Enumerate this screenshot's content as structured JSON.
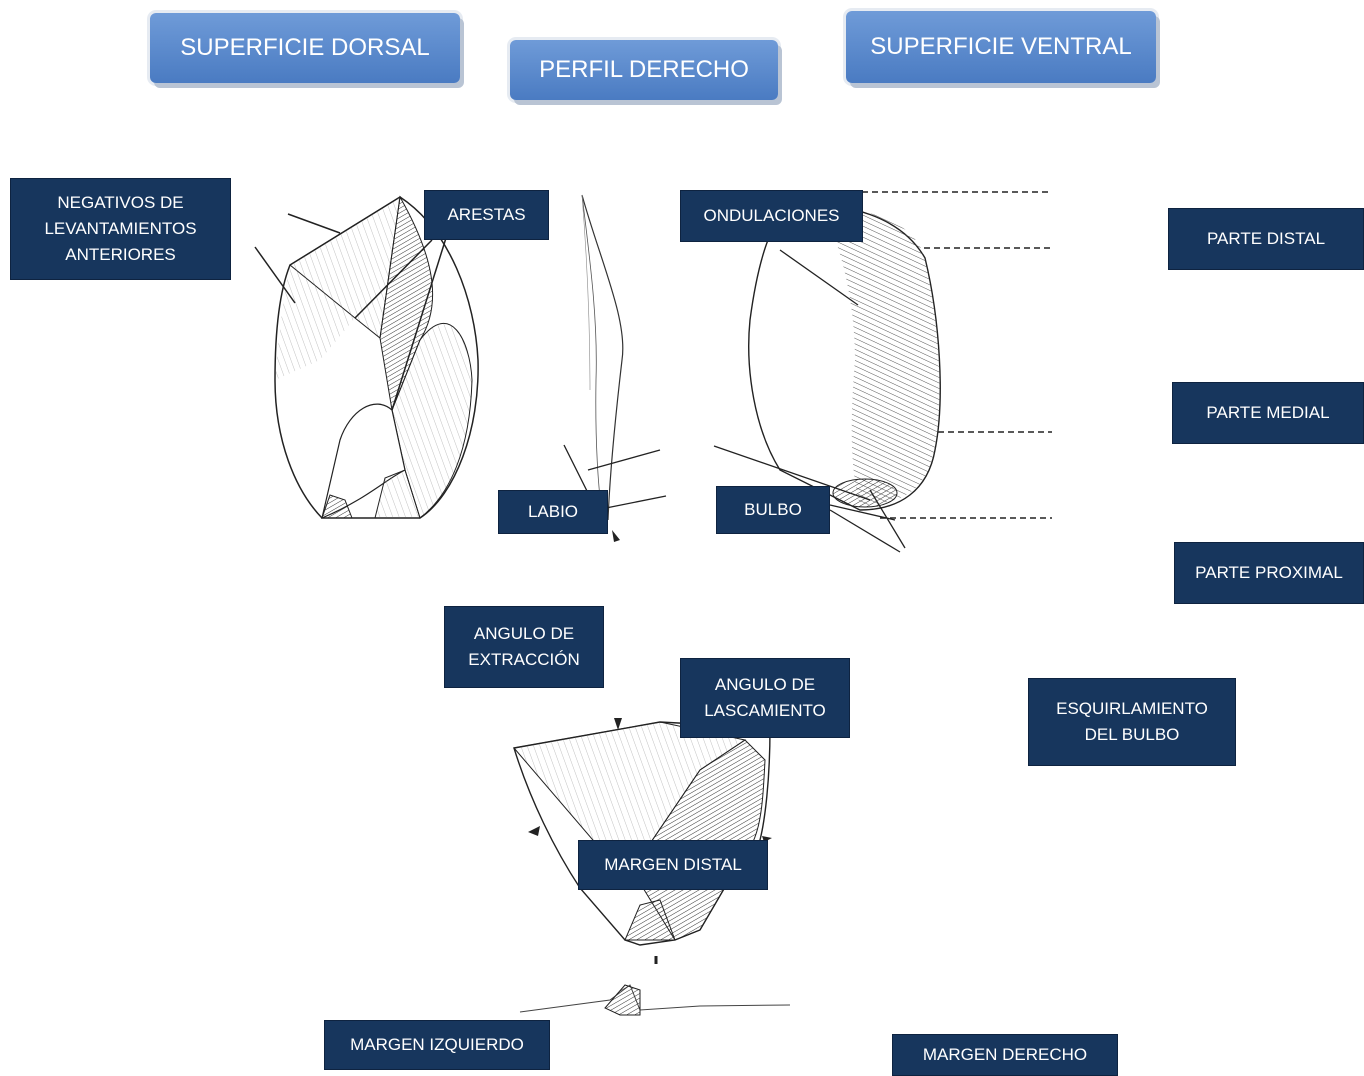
{
  "headers": {
    "dorsal": "SUPERFICIE DORSAL",
    "perfil": "PERFIL DERECHO",
    "ventral": "SUPERFICIE VENTRAL"
  },
  "labels": {
    "negativos": "NEGATIVOS DE\nLEVANTAMIENTOS\nANTERIORES",
    "arestas": "ARESTAS",
    "ondulaciones": "ONDULACIONES",
    "parte_distal": "PARTE DISTAL",
    "parte_medial": "PARTE MEDIAL",
    "parte_proximal": "PARTE PROXIMAL",
    "labio": "LABIO",
    "bulbo": "BULBO",
    "angulo_extraccion": "ANGULO DE\nEXTRACCIÓN",
    "angulo_lascamiento": "ANGULO DE\nLASCAMIENTO",
    "esquirlamiento": "ESQUIRLAMIENTO\nDEL BULBO",
    "margen_distal": "MARGEN DISTAL",
    "margen_izquierdo": "MARGEN IZQUIERDO",
    "margen_derecho": "MARGEN DERECHO"
  },
  "colors": {
    "header_fill": "#5585c9",
    "label_fill": "#17365d",
    "line": "#222222"
  }
}
